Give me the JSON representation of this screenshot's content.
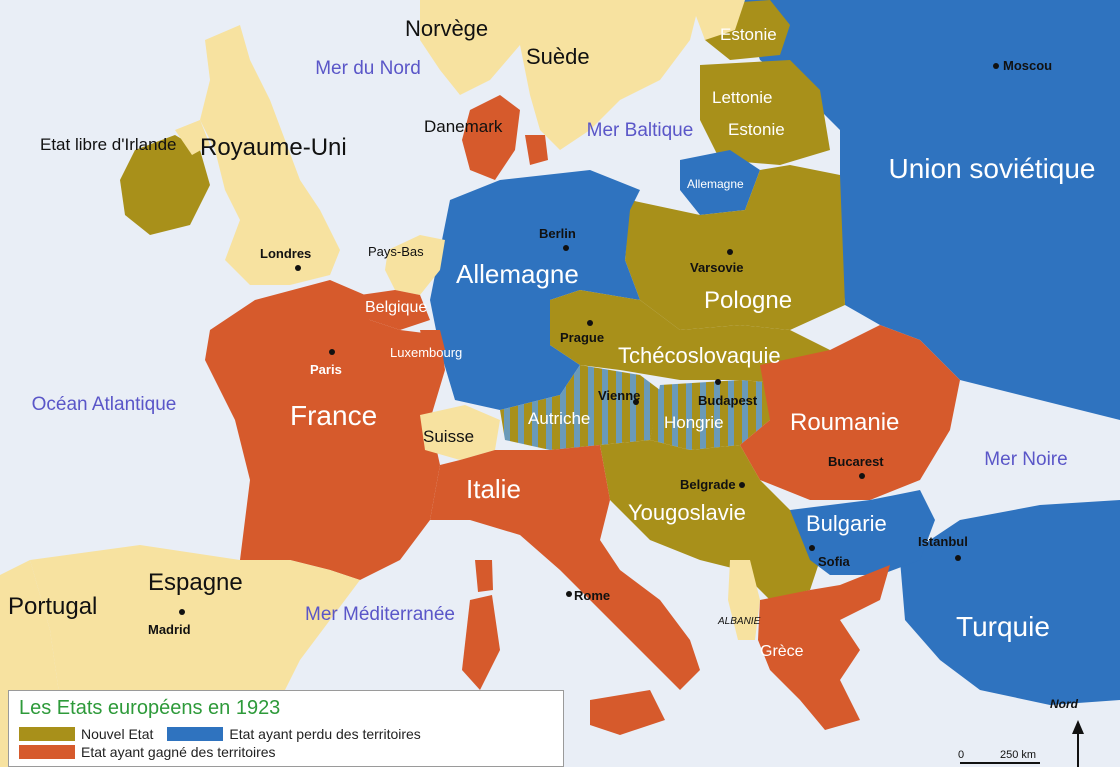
{
  "colors": {
    "sea": "#e9eef6",
    "new_state": "#a8901a",
    "lost_territory": "#2f73bf",
    "gained_territory": "#d65a2c",
    "neutral": "#f7e2a0",
    "plebiscite_stripe": "#6a9ab8",
    "sea_text": "#5a56c8",
    "legend_title": "#2e9a3a"
  },
  "countries": [
    {
      "name": "Norvège"
    },
    {
      "name": "Suède"
    },
    {
      "name": "Estonie"
    },
    {
      "name": "Lettonie"
    },
    {
      "name": "Estonie"
    },
    {
      "name": "Union soviétique"
    },
    {
      "name": "Etat libre d'Irlande"
    },
    {
      "name": "Royaume-Uni"
    },
    {
      "name": "Danemark"
    },
    {
      "name": "Allemagne"
    },
    {
      "name": "Allemagne"
    },
    {
      "name": "Pays-Bas"
    },
    {
      "name": "Belgique"
    },
    {
      "name": "Luxembourg"
    },
    {
      "name": "Pologne"
    },
    {
      "name": "Tchécoslovaquie"
    },
    {
      "name": "France"
    },
    {
      "name": "Suisse"
    },
    {
      "name": "Autriche"
    },
    {
      "name": "Hongrie"
    },
    {
      "name": "Roumanie"
    },
    {
      "name": "Italie"
    },
    {
      "name": "Yougoslavie"
    },
    {
      "name": "Bulgarie"
    },
    {
      "name": "Espagne"
    },
    {
      "name": "Portugal"
    },
    {
      "name": "ALBANIE"
    },
    {
      "name": "Grèce"
    },
    {
      "name": "Turquie"
    }
  ],
  "cities": [
    {
      "name": "Moscou"
    },
    {
      "name": "Berlin"
    },
    {
      "name": "Varsovie"
    },
    {
      "name": "Londres"
    },
    {
      "name": "Paris"
    },
    {
      "name": "Prague"
    },
    {
      "name": "Vienne"
    },
    {
      "name": "Budapest"
    },
    {
      "name": "Bucarest"
    },
    {
      "name": "Belgrade"
    },
    {
      "name": "Sofia"
    },
    {
      "name": "Istanbul"
    },
    {
      "name": "Rome"
    },
    {
      "name": "Madrid"
    }
  ],
  "seas": [
    {
      "name": "Mer du Nord"
    },
    {
      "name": "Mer Baltique"
    },
    {
      "name": "Océan Atlantique"
    },
    {
      "name": "Mer Noire"
    },
    {
      "name": "Mer Méditerranée"
    }
  ],
  "legend": {
    "title": "Les Etats européens en 1923",
    "items": [
      {
        "label": "Nouvel Etat",
        "color": "#a8901a"
      },
      {
        "label": "Etat ayant perdu des territoires",
        "color": "#2f73bf"
      },
      {
        "label": "Etat ayant gagné des territoires",
        "color": "#d65a2c"
      }
    ]
  },
  "north_arrow": {
    "label": "Nord"
  },
  "scale": {
    "zero": "0",
    "distance": "250 km"
  }
}
